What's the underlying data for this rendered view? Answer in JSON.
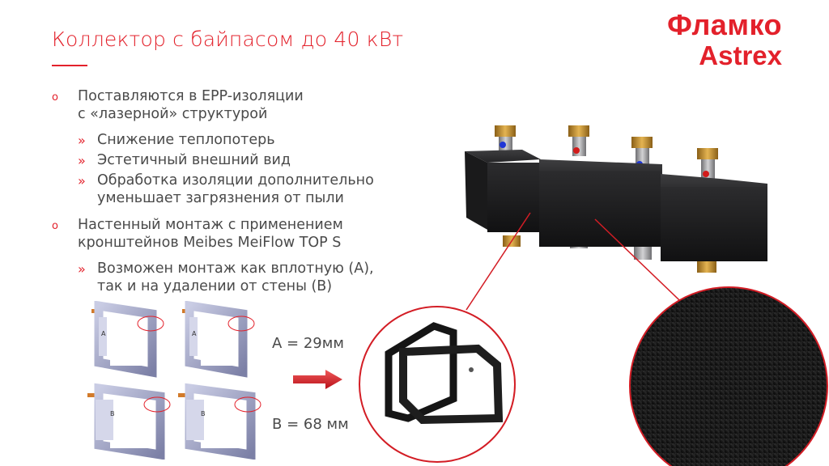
{
  "slide": {
    "title": "Коллектор с байпасом до 40 кВт",
    "logo_line1": "Фламко",
    "logo_line2": "Astrex",
    "bullets": [
      {
        "line1": "Поставляются в EPP-изоляции",
        "line2": "с «лазерной» структурой",
        "subs": [
          {
            "line1": "Снижение теплопотерь"
          },
          {
            "line1": "Эстетичный внешний вид"
          },
          {
            "line1": "Обработка изоляции дополнительно",
            "line2": "уменьшает загрязнения от пыли"
          }
        ]
      },
      {
        "line1": "Настенный монтаж с применением",
        "line2": "кронштейнов Meibes MeiFlow TOP S",
        "subs": [
          {
            "line1": "Возможен монтаж как вплотную (А),",
            "line2": "так и на удалении от стены (В)"
          }
        ]
      }
    ],
    "bullet_marker": "o",
    "sub_marker": "»",
    "label_a": "А = 29мм",
    "label_b": "В = 68 мм",
    "bracket_letter_a": "A",
    "bracket_letter_b": "B",
    "accent_color": "#e3212b"
  }
}
